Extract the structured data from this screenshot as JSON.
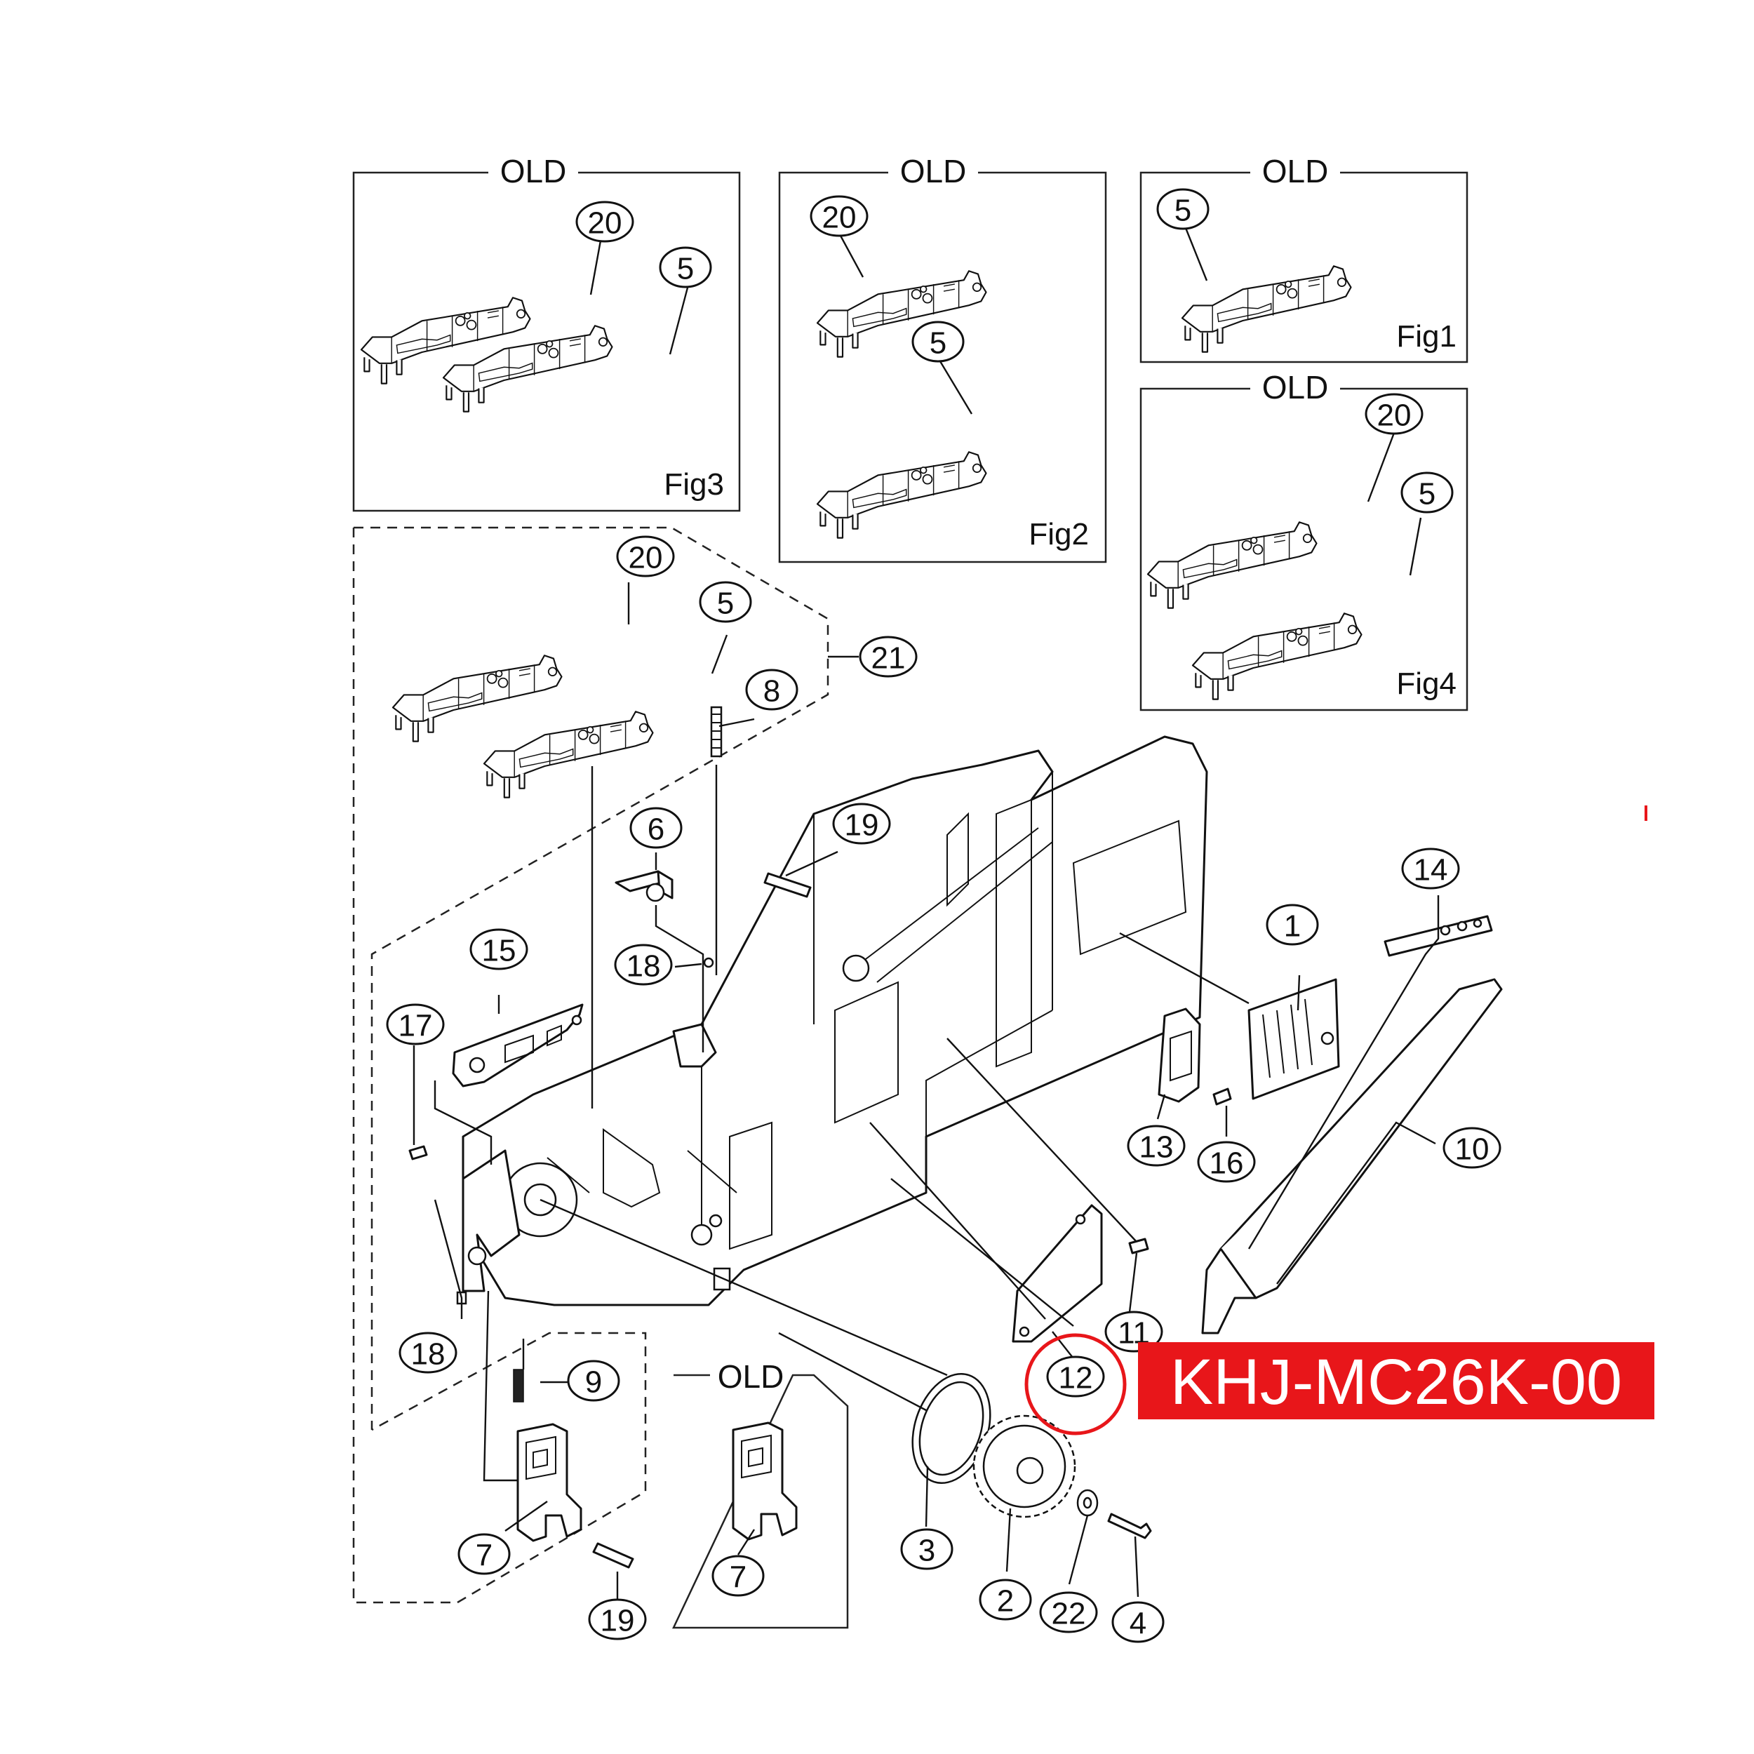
{
  "boxes": {
    "fig3": {
      "title": "OLD",
      "fig": "Fig3"
    },
    "fig2": {
      "title": "OLD",
      "fig": "Fig2"
    },
    "fig1": {
      "title": "OLD",
      "fig": "Fig1"
    },
    "fig4": {
      "title": "OLD",
      "fig": "Fig4"
    },
    "old_bottom": {
      "title": "OLD"
    }
  },
  "callouts": {
    "fig3_20": "20",
    "fig3_5": "5",
    "fig2_20": "20",
    "fig2_5": "5",
    "fig1_5": "5",
    "fig4_20": "20",
    "fig4_5": "5",
    "main_20": "20",
    "main_5": "5",
    "main_21": "21",
    "main_8": "8",
    "main_6": "6",
    "main_19a": "19",
    "main_18a": "18",
    "main_15": "15",
    "main_17": "17",
    "main_1": "1",
    "main_14": "14",
    "main_13": "13",
    "main_16": "16",
    "main_10": "10",
    "main_11": "11",
    "main_12": "12",
    "main_18b": "18",
    "main_9": "9",
    "main_7a": "7",
    "main_19b": "19",
    "main_7b": "7",
    "main_3": "3",
    "main_2": "2",
    "main_22": "22",
    "main_4": "4"
  },
  "part_number": "KHJ-MC26K-00",
  "colors": {
    "highlight": "#e8161a",
    "line": "#111111",
    "background": "#ffffff"
  }
}
